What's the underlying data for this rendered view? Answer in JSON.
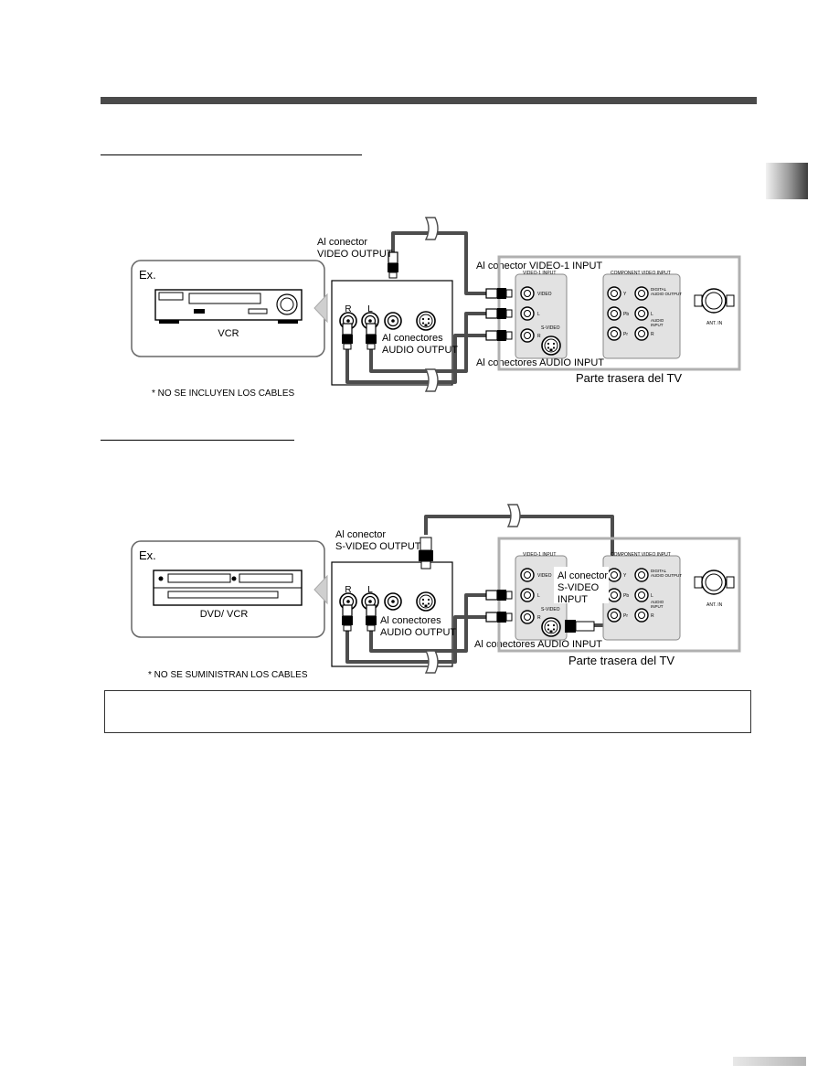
{
  "diagram1": {
    "ex_label": "Ex.",
    "device_label": "VCR",
    "output_jacks": [
      "R",
      "L"
    ],
    "callout_video_output": [
      "Al conector",
      "VIDEO OUTPUT"
    ],
    "callout_audio_output": [
      "Al conectores",
      "AUDIO OUTPUT"
    ],
    "callout_video1_input": "Al conector VIDEO-1 INPUT",
    "callout_audio_input": "Al conectores AUDIO INPUT",
    "tv_back_label": "Parte trasera del TV",
    "footnote": "* NO SE INCLUYEN LOS CABLES"
  },
  "diagram2": {
    "ex_label": "Ex.",
    "device_label": "DVD/ VCR",
    "output_jacks": [
      "R",
      "L"
    ],
    "callout_svideo_output": [
      "Al conector",
      "S-VIDEO OUTPUT"
    ],
    "callout_audio_output": [
      "Al conectores",
      "AUDIO OUTPUT"
    ],
    "callout_svideo_input": [
      "Al conector",
      "S-VIDEO",
      "INPUT"
    ],
    "callout_audio_input": "Al conectores AUDIO INPUT",
    "tv_back_label": "Parte trasera del TV",
    "footnote": "* NO SE SUMINISTRAN LOS CABLES"
  },
  "tv_panel": {
    "video1_input": "VIDEO-1 INPUT",
    "component_input": "COMPONENT VIDEO INPUT",
    "video": "VIDEO",
    "l": "L",
    "r": "R",
    "svideo": "S-VIDEO",
    "y": "Y",
    "pb": "Pb",
    "pr": "Pr",
    "digital_audio": [
      "DIGITAL",
      "AUDIO OUTPUT"
    ],
    "audio_input": [
      "AUDIO",
      "INPUT"
    ],
    "ant_in": "ANT. IN"
  }
}
